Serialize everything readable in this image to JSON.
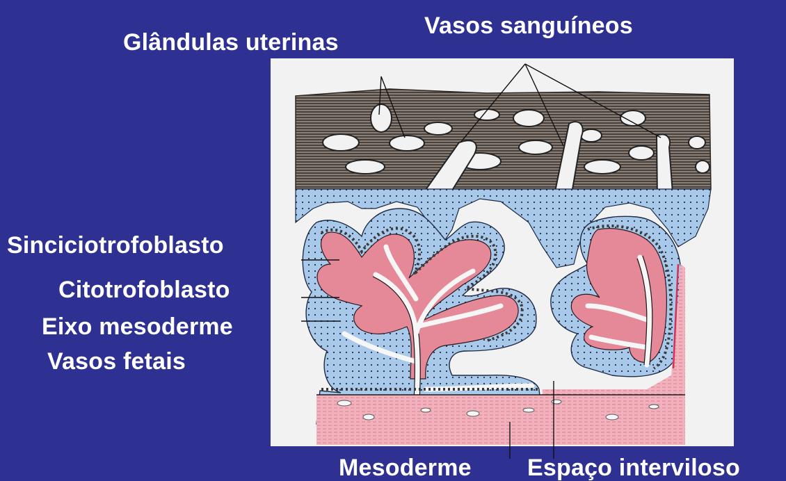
{
  "labels": {
    "vasos_sanguineos": "Vasos sanguíneos",
    "glandulas_uterinas": "Glândulas uterinas",
    "sinciciotrofoblasto": "Sinciciotrofoblasto",
    "citotrofoblasto": "Citotrofoblasto",
    "eixo_mesoderme": "Eixo mesoderme",
    "vasos_fetais": "Vasos fetais",
    "mesoderme": "Mesoderme",
    "espaco_interviloso": "Espaço interviloso"
  },
  "colors": {
    "background": "#2e3192",
    "label_text": "#ffffff",
    "panel": "#f2f2f2",
    "maternal_tissue": "#6b625b",
    "trophoblast": "#9cc2e6",
    "fetal_vessels": "#e07a8c",
    "chorionic_plate": "#f0a9b6",
    "line": "#1a1a1a"
  }
}
